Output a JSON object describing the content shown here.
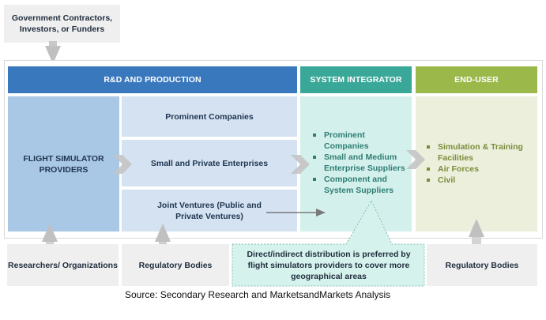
{
  "top_source": {
    "label": "Government Contractors, Investors, or Funders"
  },
  "headers": {
    "rd_production": "R&D AND PRODUCTION",
    "system_integrator": "SYSTEM INTEGRATOR",
    "end_user": "END-USER"
  },
  "rd": {
    "main": "FLIGHT SIMULATOR PROVIDERS",
    "sub_items": [
      {
        "label": "Prominent Companies"
      },
      {
        "label": "Small and Private Enterprises"
      },
      {
        "label": "Joint Ventures (Public and Private Ventures)"
      }
    ]
  },
  "system_integrator": {
    "items": [
      "Prominent Companies",
      "Small and Medium Enterprise Suppliers",
      "Component and System Suppliers"
    ]
  },
  "end_user": {
    "items": [
      "Simulation & Training Facilities",
      "Air Forces",
      "Civil"
    ]
  },
  "bottom": {
    "researchers": "Researchers/ Organizations",
    "regulatory_left": "Regulatory Bodies",
    "callout": "Direct/indirect distribution is preferred by flight simulators providers to cover more geographical areas",
    "regulatory_right": "Regulatory Bodies"
  },
  "source_note": "Source: Secondary Research and MarketsandMarkets Analysis",
  "colors": {
    "rd_header": "#3a78bd",
    "si_header": "#3aa898",
    "eu_header": "#9bb94a",
    "rd_main": "#a9c8e6",
    "rd_sub": "#d4e2f1",
    "si_body": "#d4f0ec",
    "eu_body": "#ebefdc",
    "gray_box": "#efefef"
  }
}
